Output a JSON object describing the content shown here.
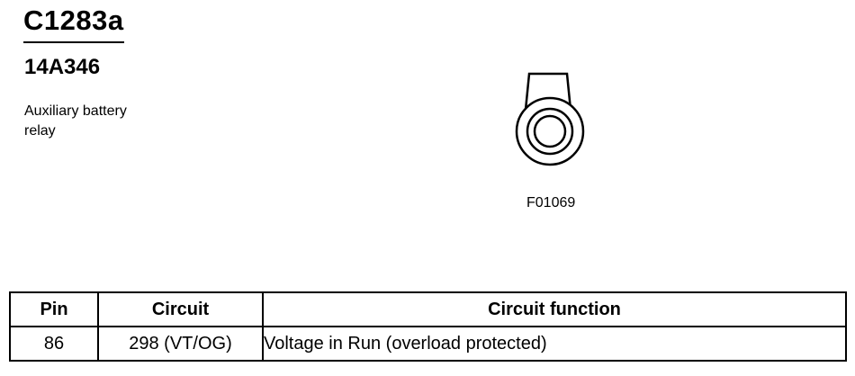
{
  "connector": {
    "id": "C1283a",
    "part_number": "14A346",
    "description_line1": "Auxiliary battery",
    "description_line2": "relay"
  },
  "figure": {
    "id": "F01069",
    "icon": "connector-face-icon"
  },
  "pin_table": {
    "headers": {
      "pin": "Pin",
      "circuit": "Circuit",
      "function": "Circuit function"
    },
    "rows": [
      {
        "pin": "86",
        "circuit": "298 (VT/OG)",
        "function": "Voltage in Run (overload protected)"
      }
    ]
  }
}
